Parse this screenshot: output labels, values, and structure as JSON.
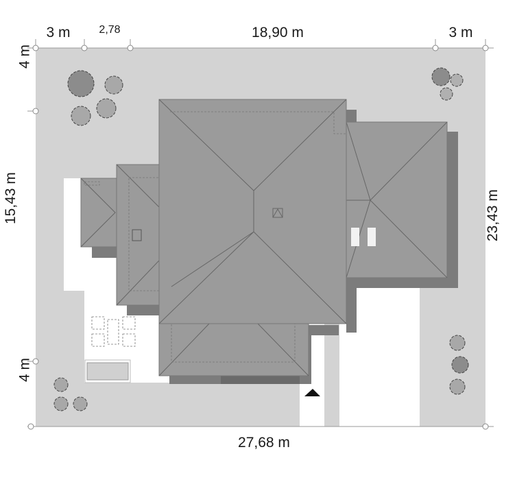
{
  "dimensions": {
    "top": [
      "3 m",
      "2,78",
      "18,90 m",
      "3 m"
    ],
    "left": [
      "4 m",
      "15,43 m",
      "4 m"
    ],
    "right": "23,43 m",
    "bottom": "27,68 m"
  },
  "colors": {
    "plot": "#d3d3d3",
    "roof": "#9b9b9b",
    "shadow": "#7c7c7c",
    "paving": "#ffffff"
  }
}
